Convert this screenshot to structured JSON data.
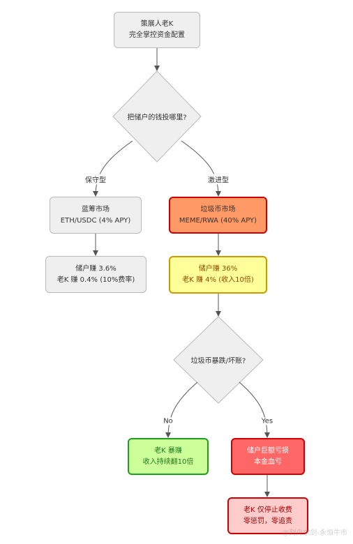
{
  "nodes": {
    "start": {
      "line1": "策展人老K",
      "line2": "完全掌控资金配置"
    },
    "decision1": {
      "text": "把储户的钱投哪里?"
    },
    "conservative": {
      "line1": "蓝筹市场",
      "line2": "ETH/USDC (4% APY)"
    },
    "conservative_result": {
      "line1": "储户赚 3.6%",
      "line2": "老K 赚 0.4% (10%费率)"
    },
    "aggressive": {
      "line1": "垃圾币市场",
      "line2": "MEME/RWA (40% APY)"
    },
    "aggressive_result": {
      "line1": "储户赚 36%",
      "line2": "老K 赚 4% (收入10倍)"
    },
    "decision2": {
      "text": "垃圾币暴跌/坏账?"
    },
    "no_result": {
      "line1": "老K 暴赚",
      "line2": "收入持续翻10倍"
    },
    "yes_result": {
      "line1": "储户巨额亏损",
      "line2": "本金血亏"
    },
    "final": {
      "line1": "老K 仅停止收费",
      "line2": "零惩罚，零追责"
    }
  },
  "edge_labels": {
    "conservative": "保守型",
    "aggressive": "激进型",
    "no": "No",
    "yes": "Yes"
  },
  "watermark": "@刻舟求剑-永恒牛市",
  "colors": {
    "grey_fill": "#efefef",
    "orange_fill": "#ff9966",
    "yellow_fill": "#ffff99",
    "green_fill": "#ccff99",
    "red_fill": "#ff6666",
    "pink_fill": "#ffcccc",
    "danger_border": "#cc0000"
  }
}
